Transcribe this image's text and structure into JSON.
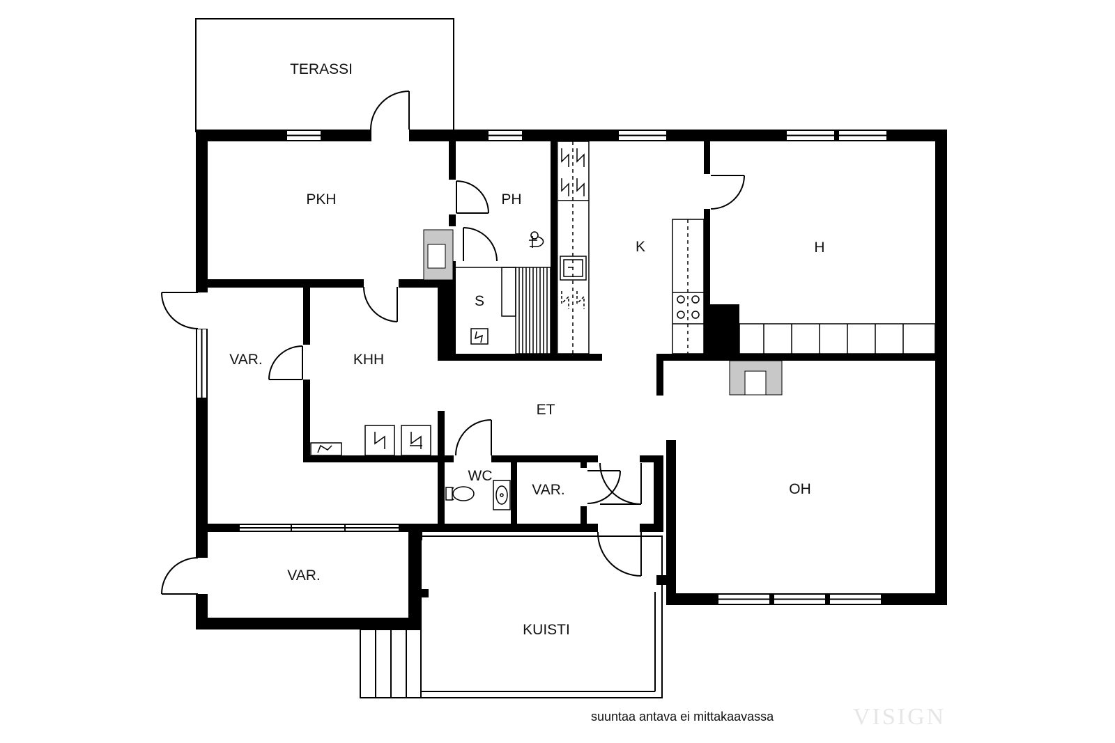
{
  "rooms": {
    "terassi": "TERASSI",
    "pkh": "PKH",
    "ph": "PH",
    "s": "S",
    "k": "K",
    "h": "H",
    "var_left": "VAR.",
    "khh": "KHH",
    "et": "ET",
    "wc": "WC",
    "var_mid": "VAR.",
    "oh": "OH",
    "var_bottom": "VAR.",
    "kuisti": "KUISTI"
  },
  "caption": "suuntaa antava ei mittakaavassa",
  "watermark": "VISIGN",
  "colors": {
    "wall": "#000000",
    "fireplace": "#c8c8c8",
    "watermark": "#e6e6e6"
  }
}
